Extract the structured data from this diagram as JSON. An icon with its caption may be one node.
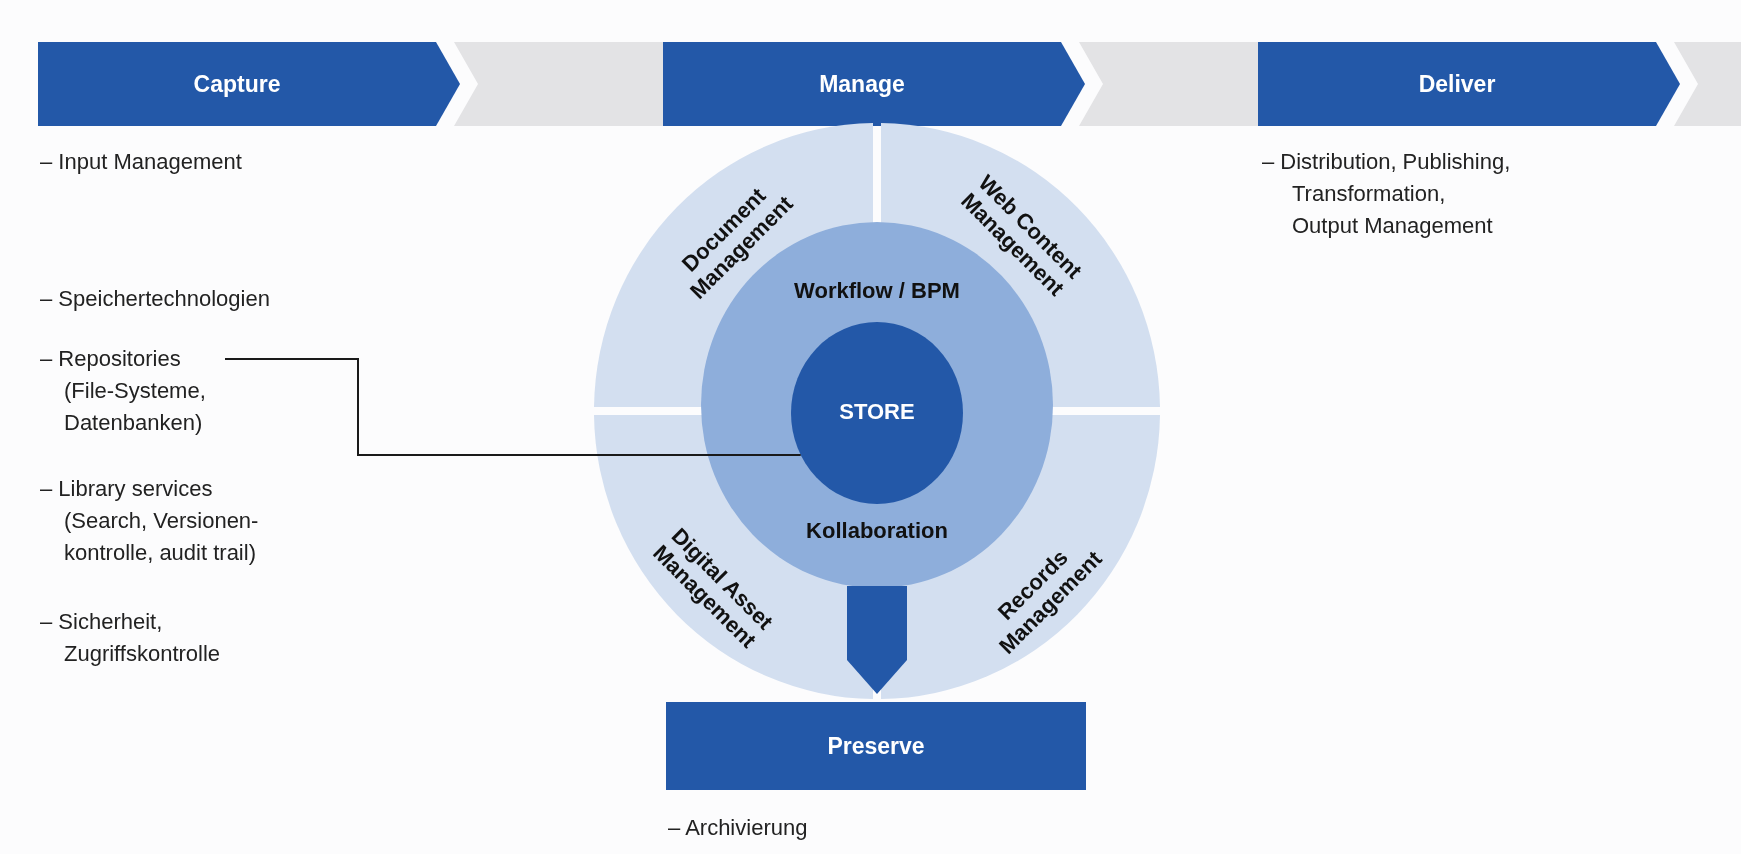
{
  "diagram": {
    "nodes": [
      {
        "text": [
          "Capture"
        ]
      },
      {
        "text": [
          "Manage"
        ]
      },
      {
        "text": [
          "Deliver"
        ]
      },
      {
        "text": [
          "Document Management"
        ]
      },
      {
        "text": [
          "Web Content Management"
        ]
      },
      {
        "text": [
          "Workflow / BPM",
          "Kollaboration"
        ]
      },
      {
        "text": [
          "STORE"
        ],
        "in": 5
      },
      {
        "text": [
          "Digital Asset Management"
        ]
      },
      {
        "text": [
          "Records Management"
        ]
      },
      {
        "text": [
          "– Repositories (File-Systeme, Datenbanken)"
        ]
      },
      {
        "text": [
          "Preserve"
        ]
      }
    ],
    "edges": [
      {
        "from": 5,
        "to": 10,
        "arrow": "to",
        "style": "thick",
        "color": "#2358a8"
      },
      {
        "from": 9,
        "to": 6,
        "arrow": "none"
      }
    ],
    "labels": [
      "– Input Management",
      "– Distribution, Publishing, Transformation, Output Management",
      "– Speichertechnologien",
      "– Library services (Search, Versionen- kontrolle, audit trail)",
      "– Sicherheit, Zugriffskontrolle",
      "– Archivierung"
    ]
  }
}
